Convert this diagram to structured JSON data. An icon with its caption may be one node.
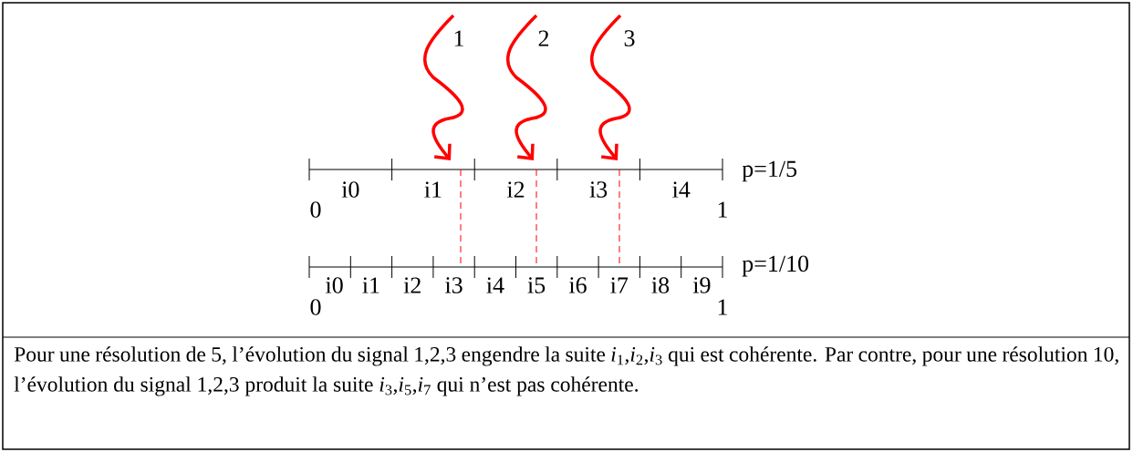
{
  "diagram": {
    "caption": "Pour une résolution de 5, l’évolution du signal 1,2,3 engendre la suite *i*$_{1}$,*i*$_{2}$,*i*$_{3}$ qui est cohérente. Par contre, pour une résolution 10, l’évolution du signal 1,2,3 produit la suite *i*$_{3}$,*i*$_{5}$,*i*$_{7}$ qui n’est pas cohérente.",
    "labels": [
      "1",
      "2",
      "3",
      "i0",
      "i1",
      "i2",
      "i3",
      "i4",
      "0",
      "1",
      "p=1/5",
      "i0",
      "i1",
      "i2",
      "i3",
      "i4",
      "i5",
      "i6",
      "i7",
      "i8",
      "i9",
      "0",
      "1",
      "p=1/10"
    ]
  }
}
